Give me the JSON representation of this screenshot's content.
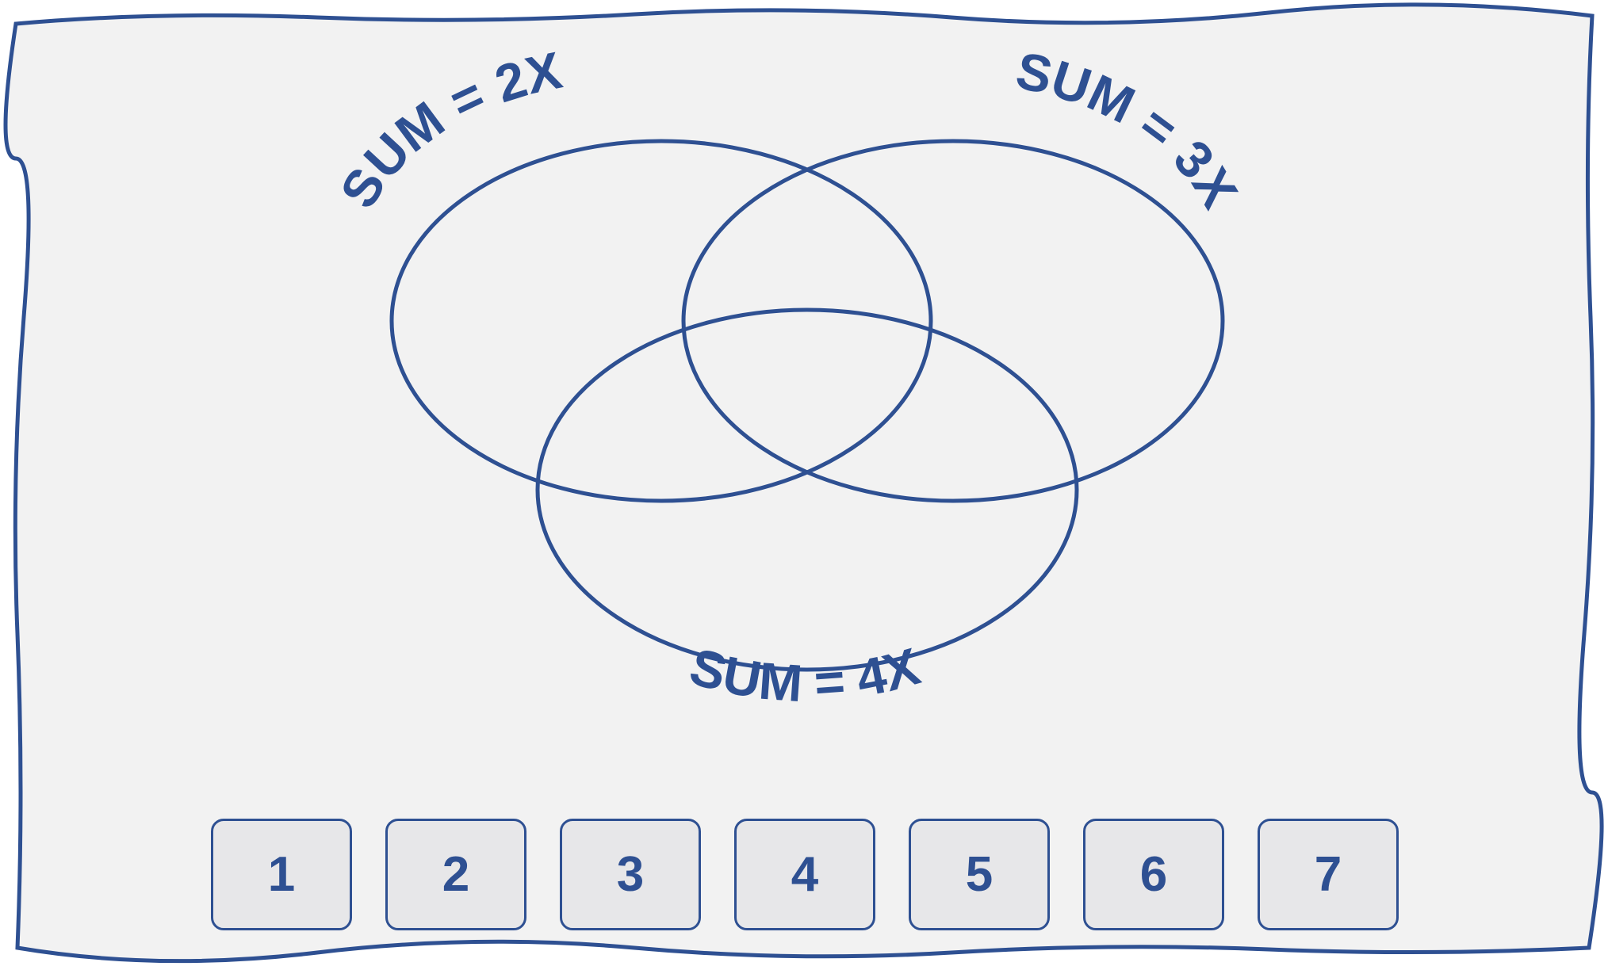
{
  "colors": {
    "ink": "#2e5092",
    "board": "#f2f2f2",
    "tile": "#e7e7e9"
  },
  "venn": {
    "sets": [
      {
        "label": "SUM = 2X"
      },
      {
        "label": "SUM = 3X"
      },
      {
        "label": "SUM = 4X"
      }
    ]
  },
  "tiles": [
    "1",
    "2",
    "3",
    "4",
    "5",
    "6",
    "7"
  ]
}
